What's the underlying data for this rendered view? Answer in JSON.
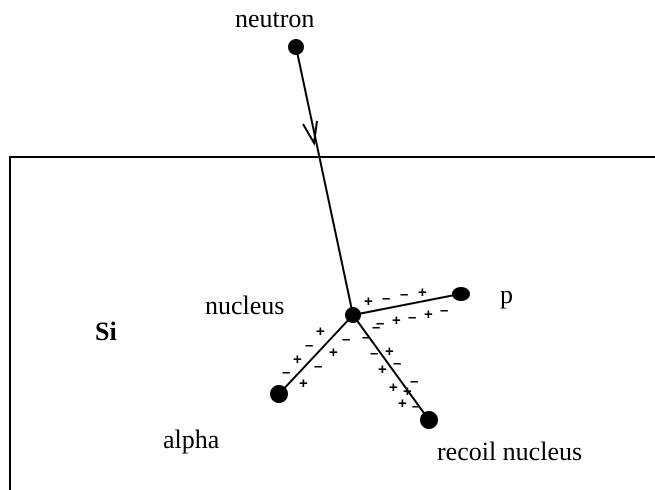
{
  "labels": {
    "neutron": "neutron",
    "nucleus": "nucleus",
    "material": "Si",
    "proton": "p",
    "alpha": "alpha",
    "recoil": "recoil nucleus"
  },
  "charges": {
    "plus": "+",
    "minus": "–"
  }
}
